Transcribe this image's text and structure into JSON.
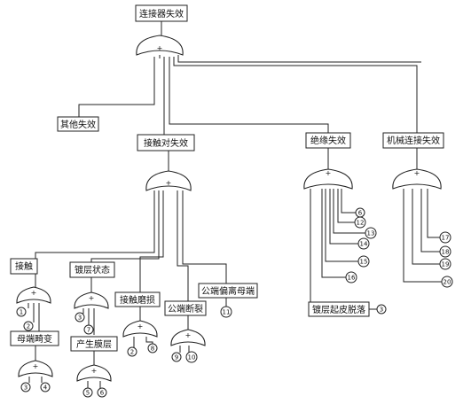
{
  "events": {
    "top": "连接器失效",
    "other": "其他失效",
    "contact_pair": "接触对失效",
    "insulation": "绝缘失效",
    "mechanical": "机械连接失效",
    "contact": "接触",
    "coating_state": "镀层状态",
    "contact_wear": "接触磨损",
    "terminal_break": "公端断裂",
    "terminal_off": "公端偏离母端",
    "female_deform": "母端畸变",
    "film": "产生膜层",
    "coating_peel": "镀层起皮脱落"
  },
  "gate_symbol": "+",
  "basic_events": {
    "contact": [
      "1",
      "2"
    ],
    "female_deform": [
      "3",
      "4"
    ],
    "coating_state": [
      "3",
      "7"
    ],
    "film": [
      "5",
      "6"
    ],
    "contact_wear": [
      "2",
      "8"
    ],
    "terminal_break": [
      "9",
      "10"
    ],
    "terminal_off": [
      "11"
    ],
    "insulation": [
      "6",
      "12",
      "13",
      "14",
      "15",
      "16"
    ],
    "coating_peel": [
      "3"
    ],
    "mechanical": [
      "17",
      "18",
      "19",
      "20"
    ]
  }
}
